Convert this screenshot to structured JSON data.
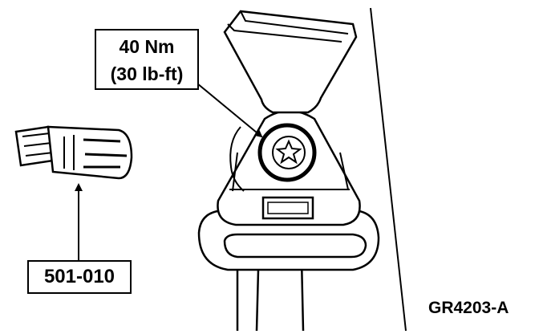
{
  "callouts": {
    "torque_line1": "40 Nm",
    "torque_line2": "(30 lb-ft)",
    "tool_number": "501-010"
  },
  "figure_code": "GR4203-A",
  "icons": {
    "bolt_head": "torx-star-icon",
    "tool": "torx-socket-bit-icon"
  },
  "colors": {
    "ink": "#000000",
    "paper": "#ffffff"
  }
}
